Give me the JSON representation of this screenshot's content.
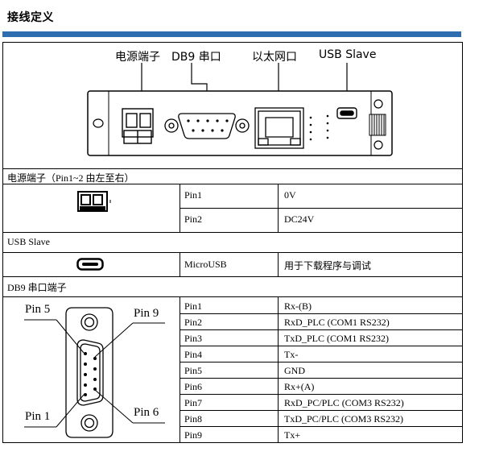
{
  "section_title": "接线定义",
  "device_labels": {
    "power": "电源端子",
    "db9": "DB9 串口",
    "ethernet": "以太网口",
    "usb": "USB Slave"
  },
  "power_section": {
    "heading": "电源端子（Pin1~2 由左至右）",
    "rows": [
      {
        "pin": "Pin1",
        "value": "0V"
      },
      {
        "pin": "Pin2",
        "value": "DC24V"
      }
    ]
  },
  "usb_section": {
    "heading": "USB Slave",
    "port": "MicroUSB",
    "description": "用于下载程序与调试"
  },
  "db9_section": {
    "heading": "DB9  串口端子",
    "connector_labels": {
      "pin5": "Pin 5",
      "pin9": "Pin 9",
      "pin1": "Pin 1",
      "pin6": "Pin 6"
    },
    "rows": [
      {
        "pin": "Pin1",
        "value": "Rx-(B)"
      },
      {
        "pin": "Pin2",
        "value": "RxD_PLC (COM1 RS232)"
      },
      {
        "pin": "Pin3",
        "value": "TxD_PLC (COM1 RS232)"
      },
      {
        "pin": "Pin4",
        "value": "Tx-"
      },
      {
        "pin": "Pin5",
        "value": "GND"
      },
      {
        "pin": "Pin6",
        "value": "Rx+(A)"
      },
      {
        "pin": "Pin7",
        "value": "RxD_PC/PLC (COM3 RS232)"
      },
      {
        "pin": "Pin8",
        "value": "TxD_PC/PLC (COM3 RS232)"
      },
      {
        "pin": "Pin9",
        "value": "Tx+"
      }
    ]
  }
}
